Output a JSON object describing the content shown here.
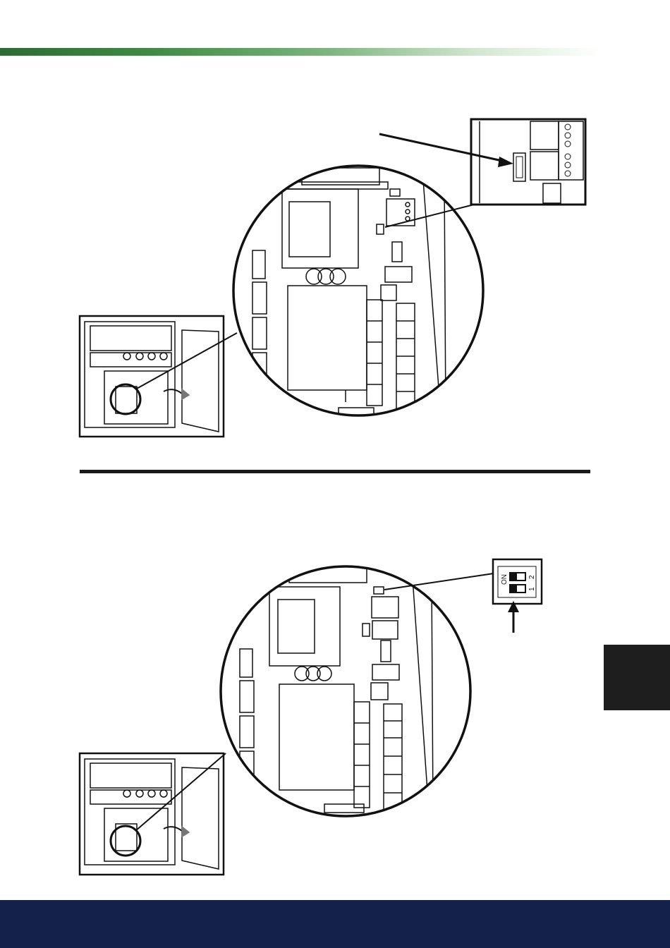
{
  "header": {
    "accent_colors": [
      "#2e6b34",
      "#7db57f",
      "#ffffff"
    ]
  },
  "figures": [
    {
      "name": "usb-port-location",
      "callout_icon": "usb-port-icon"
    },
    {
      "name": "dip-switch-location",
      "callout_icon": "dip-switch-icon"
    }
  ],
  "dip_switch": {
    "on_label": "ON",
    "switch_1": "1",
    "switch_2": "2"
  },
  "footer": {
    "color": "#14214a"
  },
  "side_tab": {
    "color": "#1e1e1e"
  }
}
